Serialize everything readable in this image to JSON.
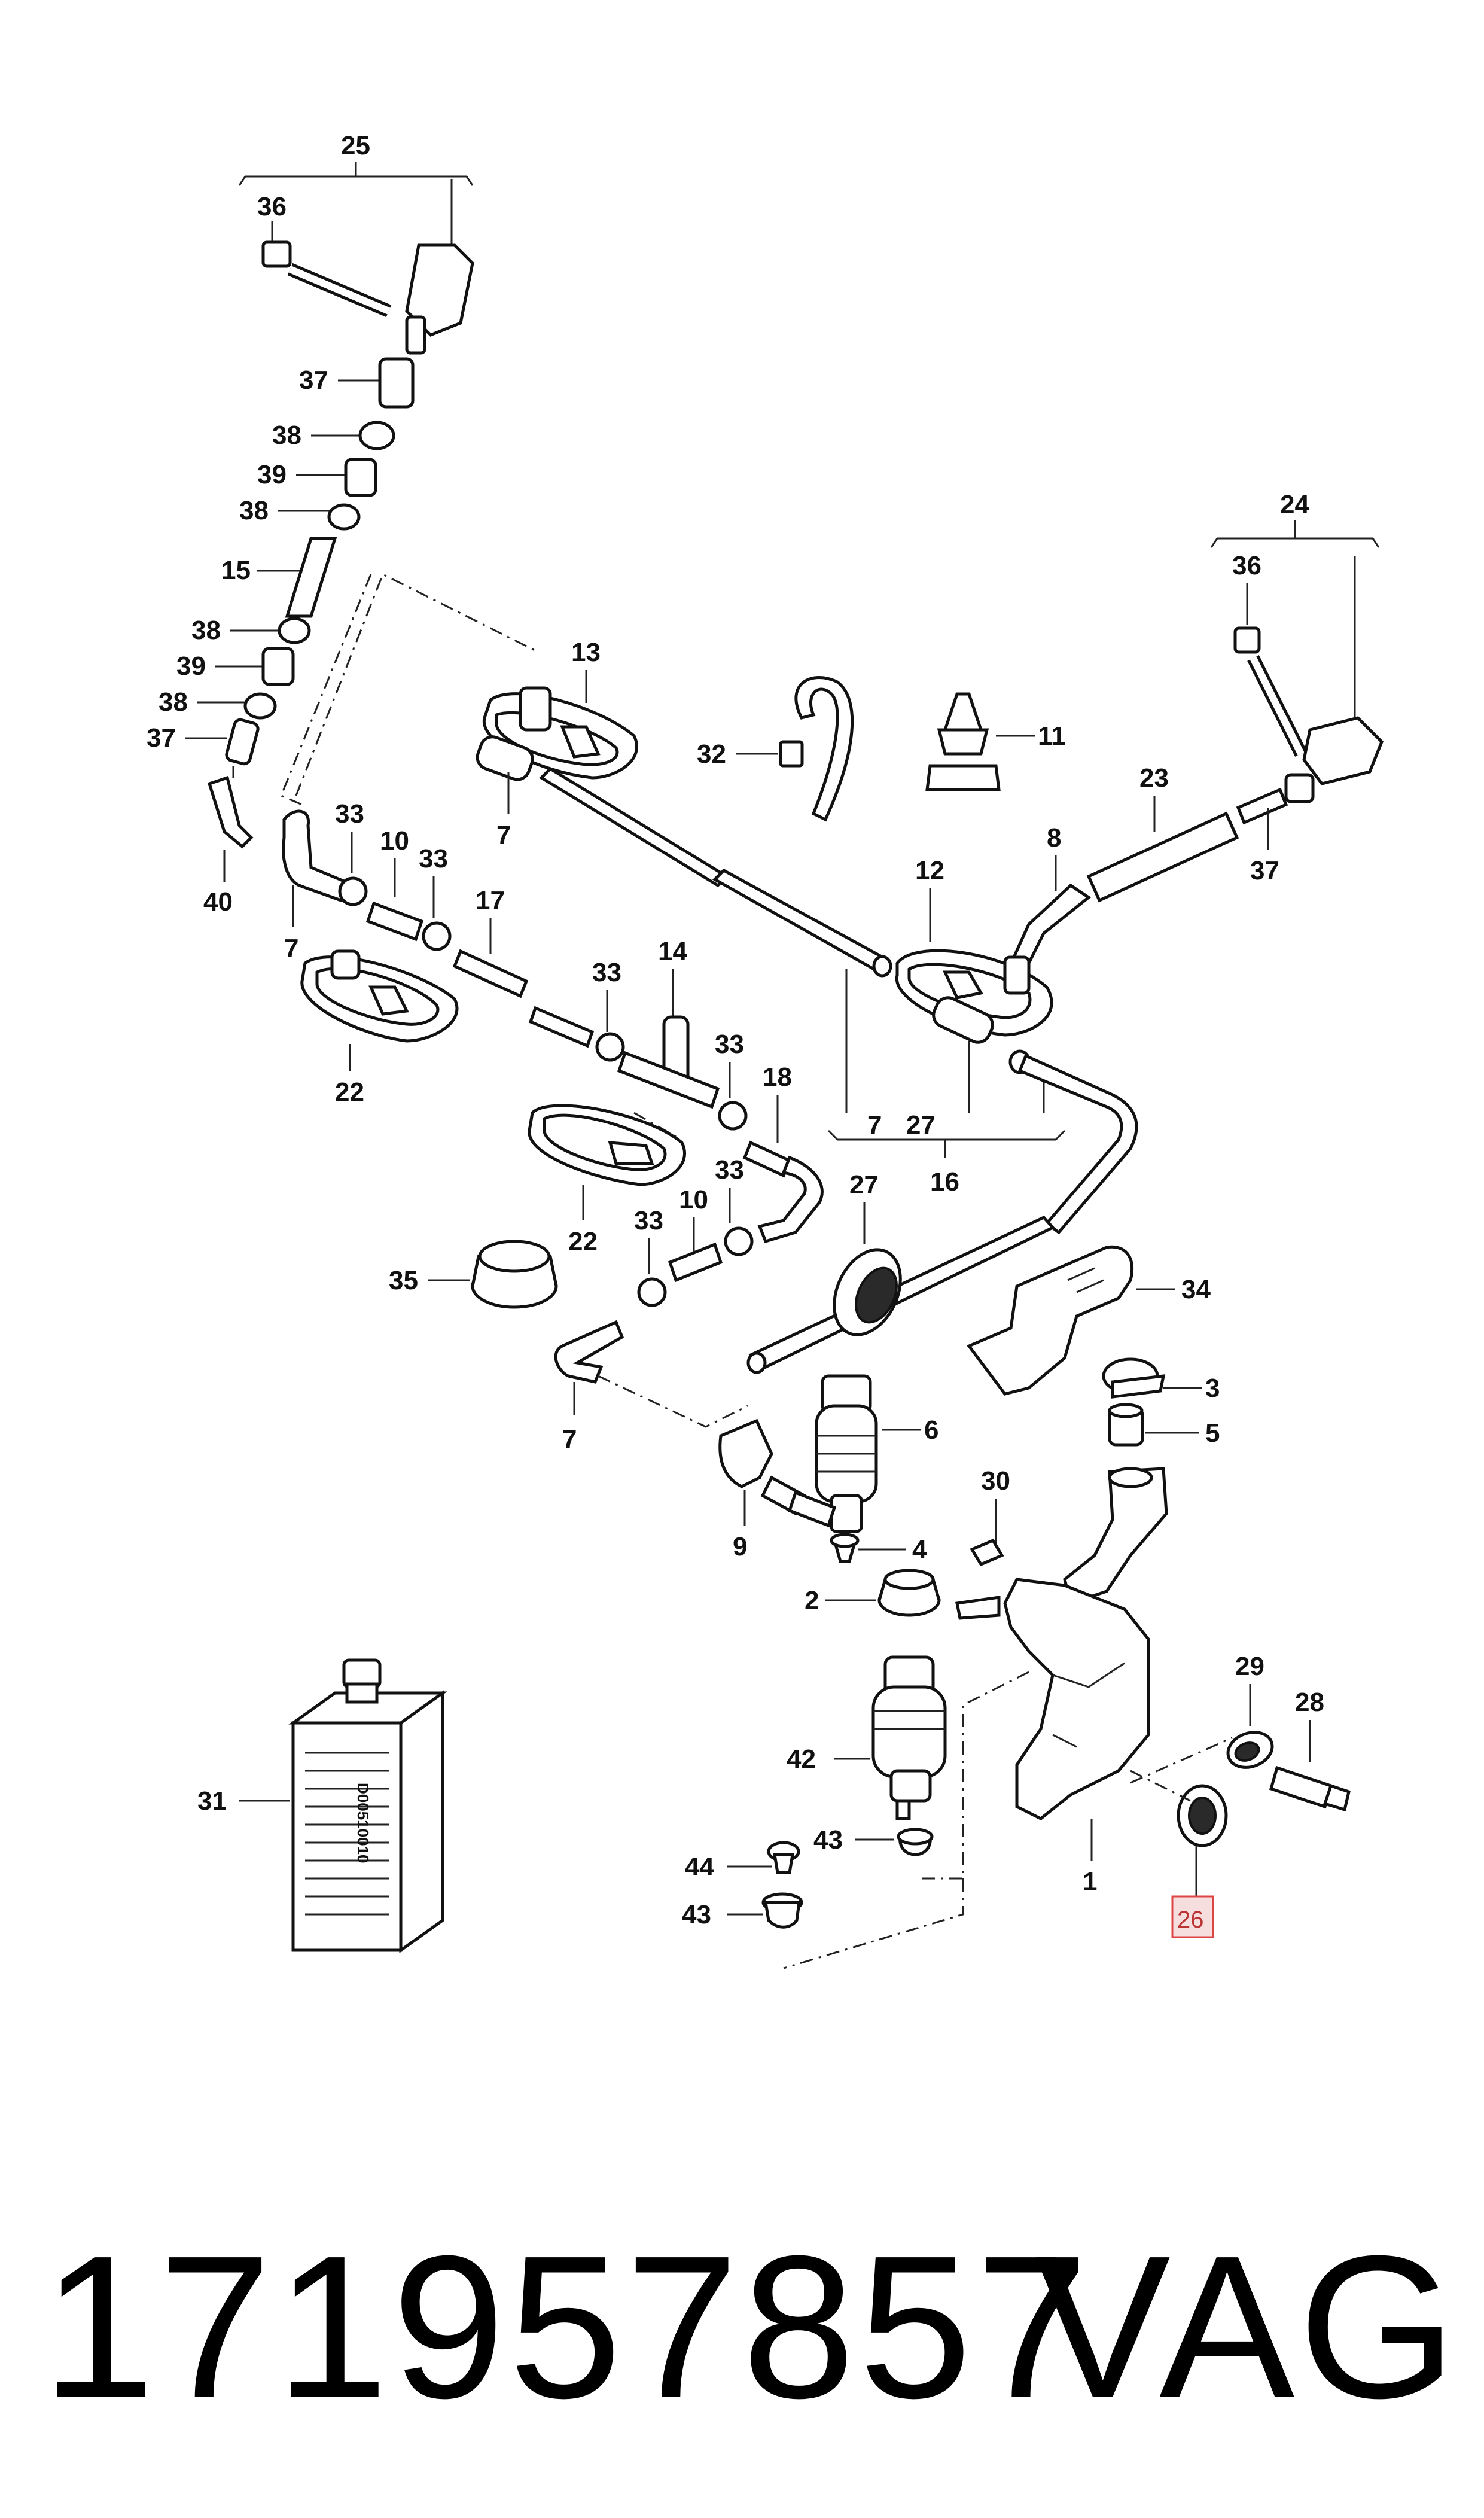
{
  "diagram": {
    "labels": {
      "l25": "25",
      "l24": "24",
      "l36a": "36",
      "l36b": "36",
      "l37a": "37",
      "l38a": "38",
      "l39a": "39",
      "l38b": "38",
      "l15": "15",
      "l38c": "38",
      "l39b": "39",
      "l38d": "38",
      "l37b": "37",
      "l40": "40",
      "l13": "13",
      "l7a": "7",
      "l32": "32",
      "l11": "11",
      "l23": "23",
      "l37c": "37",
      "l8": "8",
      "l12": "12",
      "l33a": "33",
      "l10a": "10",
      "l33b": "33",
      "l17": "17",
      "l7b": "7",
      "l22a": "22",
      "l33c": "33",
      "l14": "14",
      "l33d": "33",
      "l18": "18",
      "l22b": "22",
      "l7c": "7",
      "l27a": "27",
      "l16": "16",
      "l33e": "33",
      "l10b": "10",
      "l33f": "33",
      "l35": "35",
      "l27b": "27",
      "l34": "34",
      "l3": "3",
      "l5": "5",
      "l6": "6",
      "l7d": "7",
      "l9": "9",
      "l30": "30",
      "l4": "4",
      "l2": "2",
      "l29": "29",
      "l28": "28",
      "l42": "42",
      "l43a": "43",
      "l44": "44",
      "l43b": "43",
      "l1": "1",
      "l26": "26",
      "l31": "31"
    },
    "bottle_print": "D00510010",
    "highlighted_label": "26",
    "highlight_color": "#d44444"
  },
  "footer": {
    "part_number": "171957857",
    "brand": "VAG"
  }
}
